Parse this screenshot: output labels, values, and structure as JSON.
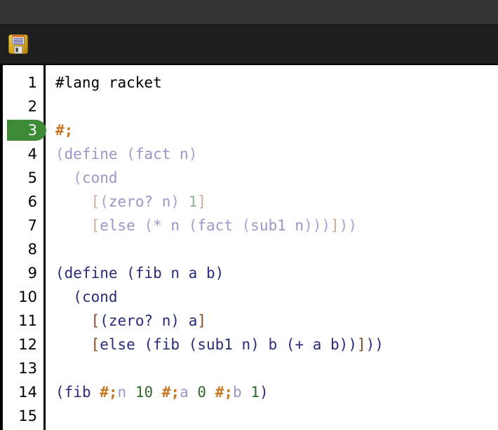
{
  "window": {
    "titlebar_color": "#333333",
    "toolbar_color": "#1e1e1e"
  },
  "toolbar": {
    "items": [
      {
        "name": "save-button",
        "icon": "floppy-disk-icon",
        "label": "Save"
      }
    ]
  },
  "editor": {
    "language": "racket",
    "current_line": 3,
    "gutter": {
      "line_numbers": [
        1,
        2,
        3,
        4,
        5,
        6,
        7,
        8,
        9,
        10,
        11,
        12,
        13,
        14,
        15
      ],
      "highlight_color": "#3d8b37",
      "highlight_text_color": "#ffffff"
    },
    "colors": {
      "background": "#ffffff",
      "plain_text": "#000000",
      "paren": "#2a2a7a",
      "bracket": "#8a4a20",
      "identifier": "#2a2a7a",
      "number": "#2d6a2d",
      "comment_marker": "#c8761f",
      "faded_paren": "#a9a3d4",
      "faded_bracket": "#cdab99",
      "faded_identifier": "#9b96c8",
      "faded_number": "#8cb98c"
    },
    "lines": [
      {
        "n": 1,
        "text": "#lang racket"
      },
      {
        "n": 2,
        "text": ""
      },
      {
        "n": 3,
        "text": "#;"
      },
      {
        "n": 4,
        "text": "(define (fact n)"
      },
      {
        "n": 5,
        "text": "  (cond"
      },
      {
        "n": 6,
        "text": "    [(zero? n) 1]"
      },
      {
        "n": 7,
        "text": "    [else (* n (fact (sub1 n)))]))"
      },
      {
        "n": 8,
        "text": ""
      },
      {
        "n": 9,
        "text": "(define (fib n a b)"
      },
      {
        "n": 10,
        "text": "  (cond"
      },
      {
        "n": 11,
        "text": "    [(zero? n) a]"
      },
      {
        "n": 12,
        "text": "    [else (fib (sub1 n) b (+ a b))]))"
      },
      {
        "n": 13,
        "text": ""
      },
      {
        "n": 14,
        "text": "(fib #;n 10 #;a 0 #;b 1)"
      },
      {
        "n": 15,
        "text": ""
      }
    ],
    "tokens": [
      {
        "n": 1,
        "parts": [
          {
            "t": "#lang racket",
            "c": "t-plain"
          }
        ]
      },
      {
        "n": 2,
        "parts": []
      },
      {
        "n": 3,
        "parts": [
          {
            "t": "#;",
            "c": "t-cmt"
          }
        ]
      },
      {
        "n": 4,
        "parts": [
          {
            "t": "(",
            "c": "f-paren"
          },
          {
            "t": "define ",
            "c": "f-ident"
          },
          {
            "t": "(",
            "c": "f-paren"
          },
          {
            "t": "fact n",
            "c": "f-ident"
          },
          {
            "t": ")",
            "c": "f-paren"
          }
        ]
      },
      {
        "n": 5,
        "parts": [
          {
            "t": "  ",
            "c": "f-ident"
          },
          {
            "t": "(",
            "c": "f-paren"
          },
          {
            "t": "cond",
            "c": "f-ident"
          }
        ]
      },
      {
        "n": 6,
        "parts": [
          {
            "t": "    ",
            "c": "f-ident"
          },
          {
            "t": "[",
            "c": "f-brack"
          },
          {
            "t": "(",
            "c": "f-paren"
          },
          {
            "t": "zero? n",
            "c": "f-ident"
          },
          {
            "t": ")",
            "c": "f-paren"
          },
          {
            "t": " ",
            "c": "f-ident"
          },
          {
            "t": "1",
            "c": "f-num"
          },
          {
            "t": "]",
            "c": "f-brack"
          }
        ]
      },
      {
        "n": 7,
        "parts": [
          {
            "t": "    ",
            "c": "f-ident"
          },
          {
            "t": "[",
            "c": "f-brack"
          },
          {
            "t": "else ",
            "c": "f-ident"
          },
          {
            "t": "(",
            "c": "f-paren"
          },
          {
            "t": "* n ",
            "c": "f-ident"
          },
          {
            "t": "(",
            "c": "f-paren"
          },
          {
            "t": "fact ",
            "c": "f-ident"
          },
          {
            "t": "(",
            "c": "f-paren"
          },
          {
            "t": "sub1 n",
            "c": "f-ident"
          },
          {
            "t": ")))",
            "c": "f-paren"
          },
          {
            "t": "]",
            "c": "f-brack"
          },
          {
            "t": "))",
            "c": "f-paren"
          }
        ]
      },
      {
        "n": 8,
        "parts": []
      },
      {
        "n": 9,
        "parts": [
          {
            "t": "(",
            "c": "t-paren"
          },
          {
            "t": "define ",
            "c": "t-ident"
          },
          {
            "t": "(",
            "c": "t-paren"
          },
          {
            "t": "fib n a b",
            "c": "t-ident"
          },
          {
            "t": ")",
            "c": "t-paren"
          }
        ]
      },
      {
        "n": 10,
        "parts": [
          {
            "t": "  ",
            "c": "t-ident"
          },
          {
            "t": "(",
            "c": "t-paren"
          },
          {
            "t": "cond",
            "c": "t-ident"
          }
        ]
      },
      {
        "n": 11,
        "parts": [
          {
            "t": "    ",
            "c": "t-ident"
          },
          {
            "t": "[",
            "c": "t-brack"
          },
          {
            "t": "(",
            "c": "t-paren"
          },
          {
            "t": "zero? n",
            "c": "t-ident"
          },
          {
            "t": ")",
            "c": "t-paren"
          },
          {
            "t": " a",
            "c": "t-ident"
          },
          {
            "t": "]",
            "c": "t-brack"
          }
        ]
      },
      {
        "n": 12,
        "parts": [
          {
            "t": "    ",
            "c": "t-ident"
          },
          {
            "t": "[",
            "c": "t-brack"
          },
          {
            "t": "else ",
            "c": "t-ident"
          },
          {
            "t": "(",
            "c": "t-paren"
          },
          {
            "t": "fib ",
            "c": "t-ident"
          },
          {
            "t": "(",
            "c": "t-paren"
          },
          {
            "t": "sub1 n",
            "c": "t-ident"
          },
          {
            "t": ")",
            "c": "t-paren"
          },
          {
            "t": " b ",
            "c": "t-ident"
          },
          {
            "t": "(",
            "c": "t-paren"
          },
          {
            "t": "+ a b",
            "c": "t-ident"
          },
          {
            "t": "))",
            "c": "t-paren"
          },
          {
            "t": "]",
            "c": "t-brack"
          },
          {
            "t": "))",
            "c": "t-paren"
          }
        ]
      },
      {
        "n": 13,
        "parts": []
      },
      {
        "n": 14,
        "parts": [
          {
            "t": "(",
            "c": "t-paren"
          },
          {
            "t": "fib ",
            "c": "t-ident"
          },
          {
            "t": "#;",
            "c": "t-cmt"
          },
          {
            "t": "n",
            "c": "f-ident"
          },
          {
            "t": " ",
            "c": "t-ident"
          },
          {
            "t": "10",
            "c": "t-num"
          },
          {
            "t": " ",
            "c": "t-ident"
          },
          {
            "t": "#;",
            "c": "t-cmt"
          },
          {
            "t": "a",
            "c": "f-ident"
          },
          {
            "t": " ",
            "c": "t-ident"
          },
          {
            "t": "0",
            "c": "t-num"
          },
          {
            "t": " ",
            "c": "t-ident"
          },
          {
            "t": "#;",
            "c": "t-cmt"
          },
          {
            "t": "b",
            "c": "f-ident"
          },
          {
            "t": " ",
            "c": "t-ident"
          },
          {
            "t": "1",
            "c": "t-num"
          },
          {
            "t": ")",
            "c": "t-paren"
          }
        ]
      },
      {
        "n": 15,
        "parts": []
      }
    ]
  }
}
